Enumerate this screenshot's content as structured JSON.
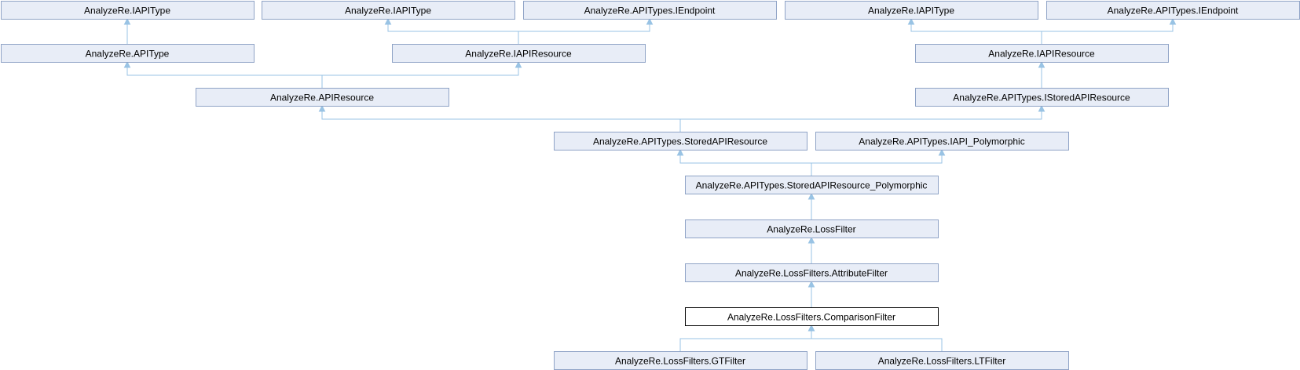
{
  "diagram": {
    "type": "class-inheritance",
    "current_class": "analyzere-lossfilters-comparisonfilter",
    "nodes": [
      {
        "id": "iapitype-1",
        "label": "AnalyzeRe.IAPIType",
        "current": false
      },
      {
        "id": "iapitype-2",
        "label": "AnalyzeRe.IAPIType",
        "current": false
      },
      {
        "id": "iendpoint-1",
        "label": "AnalyzeRe.APITypes.IEndpoint",
        "current": false
      },
      {
        "id": "iapitype-3",
        "label": "AnalyzeRe.IAPIType",
        "current": false
      },
      {
        "id": "iendpoint-2",
        "label": "AnalyzeRe.APITypes.IEndpoint",
        "current": false
      },
      {
        "id": "apitype",
        "label": "AnalyzeRe.APIType",
        "current": false
      },
      {
        "id": "iapiresource-1",
        "label": "AnalyzeRe.IAPIResource",
        "current": false
      },
      {
        "id": "iapiresource-2",
        "label": "AnalyzeRe.IAPIResource",
        "current": false
      },
      {
        "id": "apiresource",
        "label": "AnalyzeRe.APIResource",
        "current": false
      },
      {
        "id": "istoredapiresource",
        "label": "AnalyzeRe.APITypes.IStoredAPIResource",
        "current": false
      },
      {
        "id": "storedapiresource",
        "label": "AnalyzeRe.APITypes.StoredAPIResource",
        "current": false
      },
      {
        "id": "iapi-polymorphic",
        "label": "AnalyzeRe.APITypes.IAPI_Polymorphic",
        "current": false
      },
      {
        "id": "storedapiresource-polymorphic",
        "label": "AnalyzeRe.APITypes.StoredAPIResource_Polymorphic",
        "current": false
      },
      {
        "id": "lossfilter",
        "label": "AnalyzeRe.LossFilter",
        "current": false
      },
      {
        "id": "attributefilter",
        "label": "AnalyzeRe.LossFilters.AttributeFilter",
        "current": false
      },
      {
        "id": "comparisonfilter",
        "label": "AnalyzeRe.LossFilters.ComparisonFilter",
        "current": true
      },
      {
        "id": "gtfilter",
        "label": "AnalyzeRe.LossFilters.GTFilter",
        "current": false
      },
      {
        "id": "ltfilter",
        "label": "AnalyzeRe.LossFilters.LTFilter",
        "current": false
      }
    ],
    "edges": [
      {
        "from": "apitype",
        "to": "iapitype-1"
      },
      {
        "from": "iapiresource-1",
        "to": "iapitype-2"
      },
      {
        "from": "iapiresource-1",
        "to": "iendpoint-1"
      },
      {
        "from": "iapiresource-2",
        "to": "iapitype-3"
      },
      {
        "from": "iapiresource-2",
        "to": "iendpoint-2"
      },
      {
        "from": "apiresource",
        "to": "apitype"
      },
      {
        "from": "apiresource",
        "to": "iapiresource-1"
      },
      {
        "from": "istoredapiresource",
        "to": "iapiresource-2"
      },
      {
        "from": "storedapiresource",
        "to": "apiresource"
      },
      {
        "from": "storedapiresource",
        "to": "istoredapiresource"
      },
      {
        "from": "storedapiresource-polymorphic",
        "to": "storedapiresource"
      },
      {
        "from": "storedapiresource-polymorphic",
        "to": "iapi-polymorphic"
      },
      {
        "from": "lossfilter",
        "to": "storedapiresource-polymorphic"
      },
      {
        "from": "attributefilter",
        "to": "lossfilter"
      },
      {
        "from": "comparisonfilter",
        "to": "attributefilter"
      },
      {
        "from": "gtfilter",
        "to": "comparisonfilter"
      },
      {
        "from": "ltfilter",
        "to": "comparisonfilter"
      }
    ]
  }
}
